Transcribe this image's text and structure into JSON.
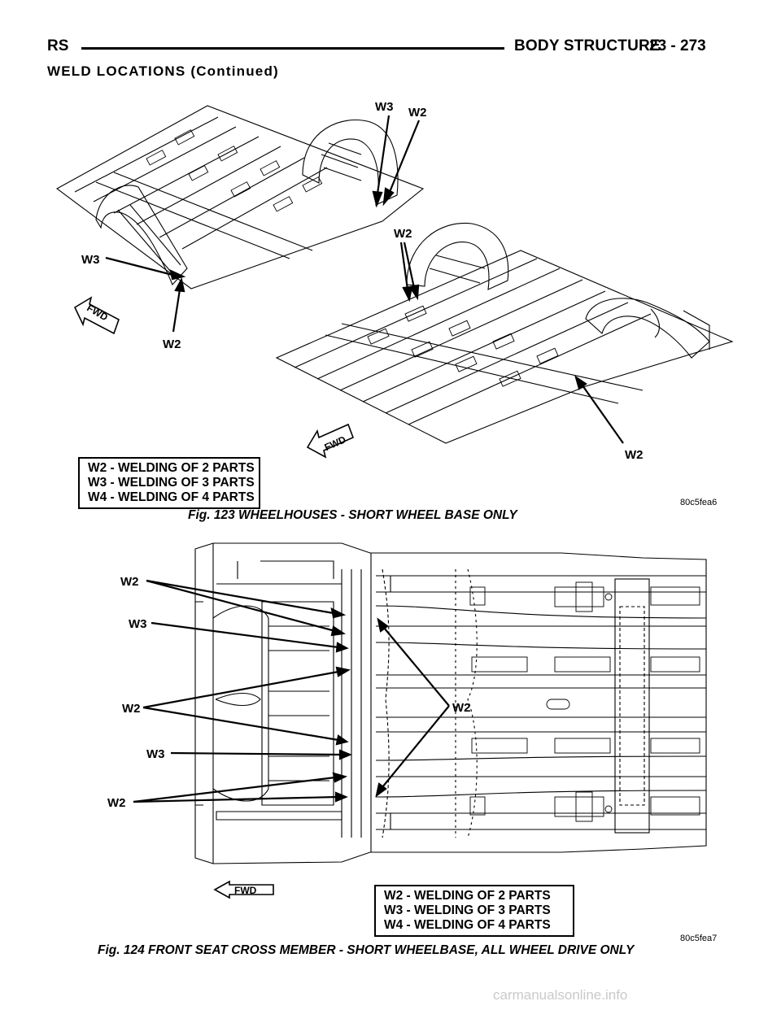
{
  "header": {
    "left": "RS",
    "title": "BODY STRUCTURE",
    "page": "23 - 273"
  },
  "section_title": "WELD LOCATIONS (Continued)",
  "figure1": {
    "labels": [
      "W3",
      "W2",
      "W2",
      "W3",
      "W2",
      "W2"
    ],
    "fwd": "FWD",
    "legend": [
      "W2 - WELDING OF 2 PARTS",
      "W3 - WELDING OF 3 PARTS",
      "W4 - WELDING OF 4 PARTS"
    ],
    "id": "80c5fea6",
    "caption": "Fig. 123 WHEELHOUSES - SHORT WHEEL BASE ONLY"
  },
  "figure2": {
    "labels": [
      "W2",
      "W3",
      "W2",
      "W3",
      "W2",
      "W2"
    ],
    "fwd": "FWD",
    "legend": [
      "W2 - WELDING OF 2 PARTS",
      "W3 - WELDING OF 3 PARTS",
      "W4 - WELDING OF 4 PARTS"
    ],
    "id": "80c5fea7",
    "caption": "Fig. 124 FRONT SEAT CROSS MEMBER - SHORT WHEELBASE, ALL WHEEL DRIVE ONLY"
  },
  "footer": "carmanualsonline.info"
}
